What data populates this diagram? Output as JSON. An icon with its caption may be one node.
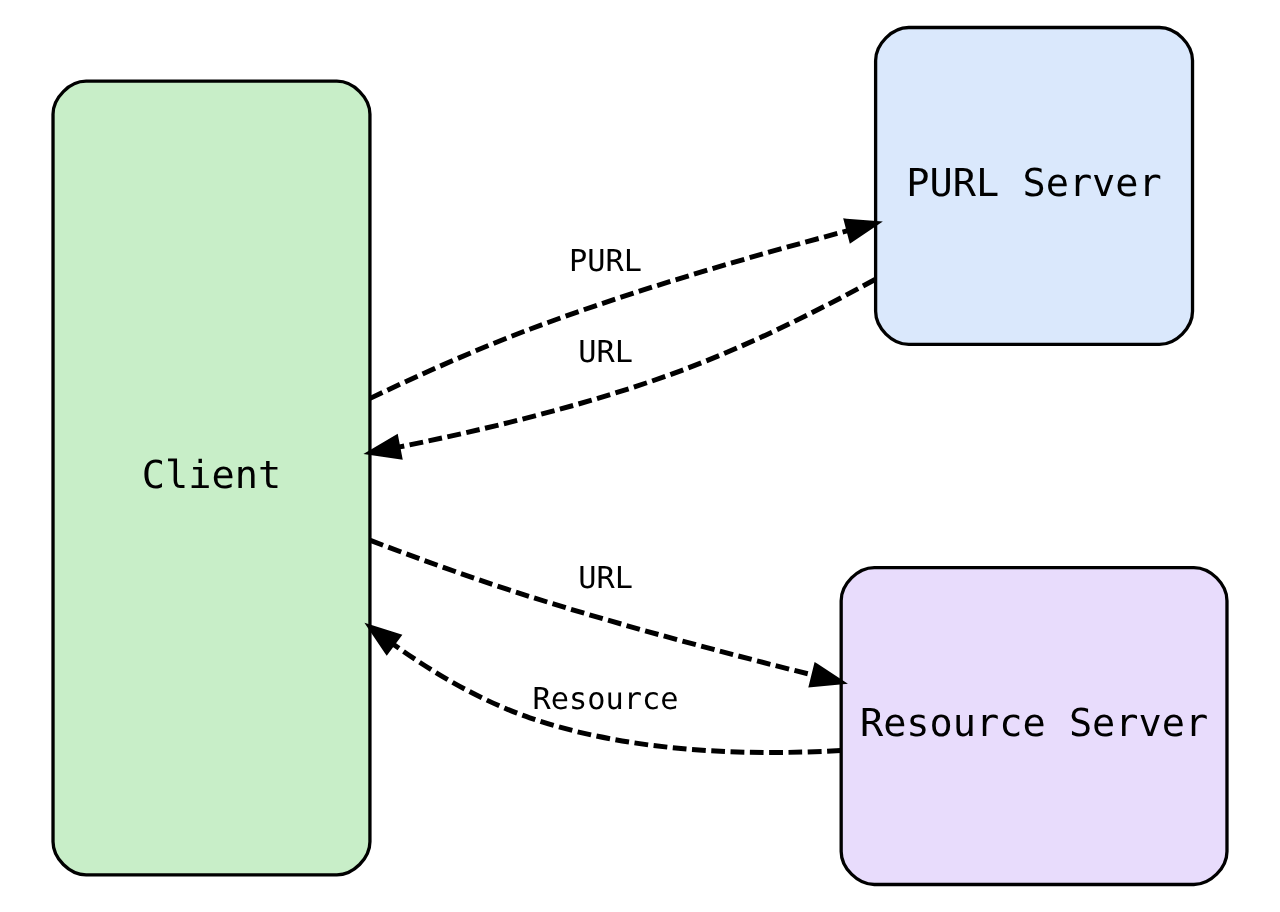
{
  "diagram": {
    "nodes": [
      {
        "text": [
          "Client"
        ]
      },
      {
        "text": [
          "PURL Server"
        ]
      },
      {
        "text": [
          "Resource Server"
        ]
      }
    ],
    "edges": [
      {
        "from": 0,
        "to": 1,
        "arrow": "to",
        "label": "PURL",
        "style": "dashed"
      },
      {
        "from": 1,
        "to": 0,
        "arrow": "to",
        "label": "URL",
        "style": "dashed"
      },
      {
        "from": 0,
        "to": 2,
        "arrow": "to",
        "label": "URL",
        "style": "dashed"
      },
      {
        "from": 2,
        "to": 0,
        "arrow": "to",
        "label": "Resource",
        "style": "dashed"
      }
    ]
  }
}
